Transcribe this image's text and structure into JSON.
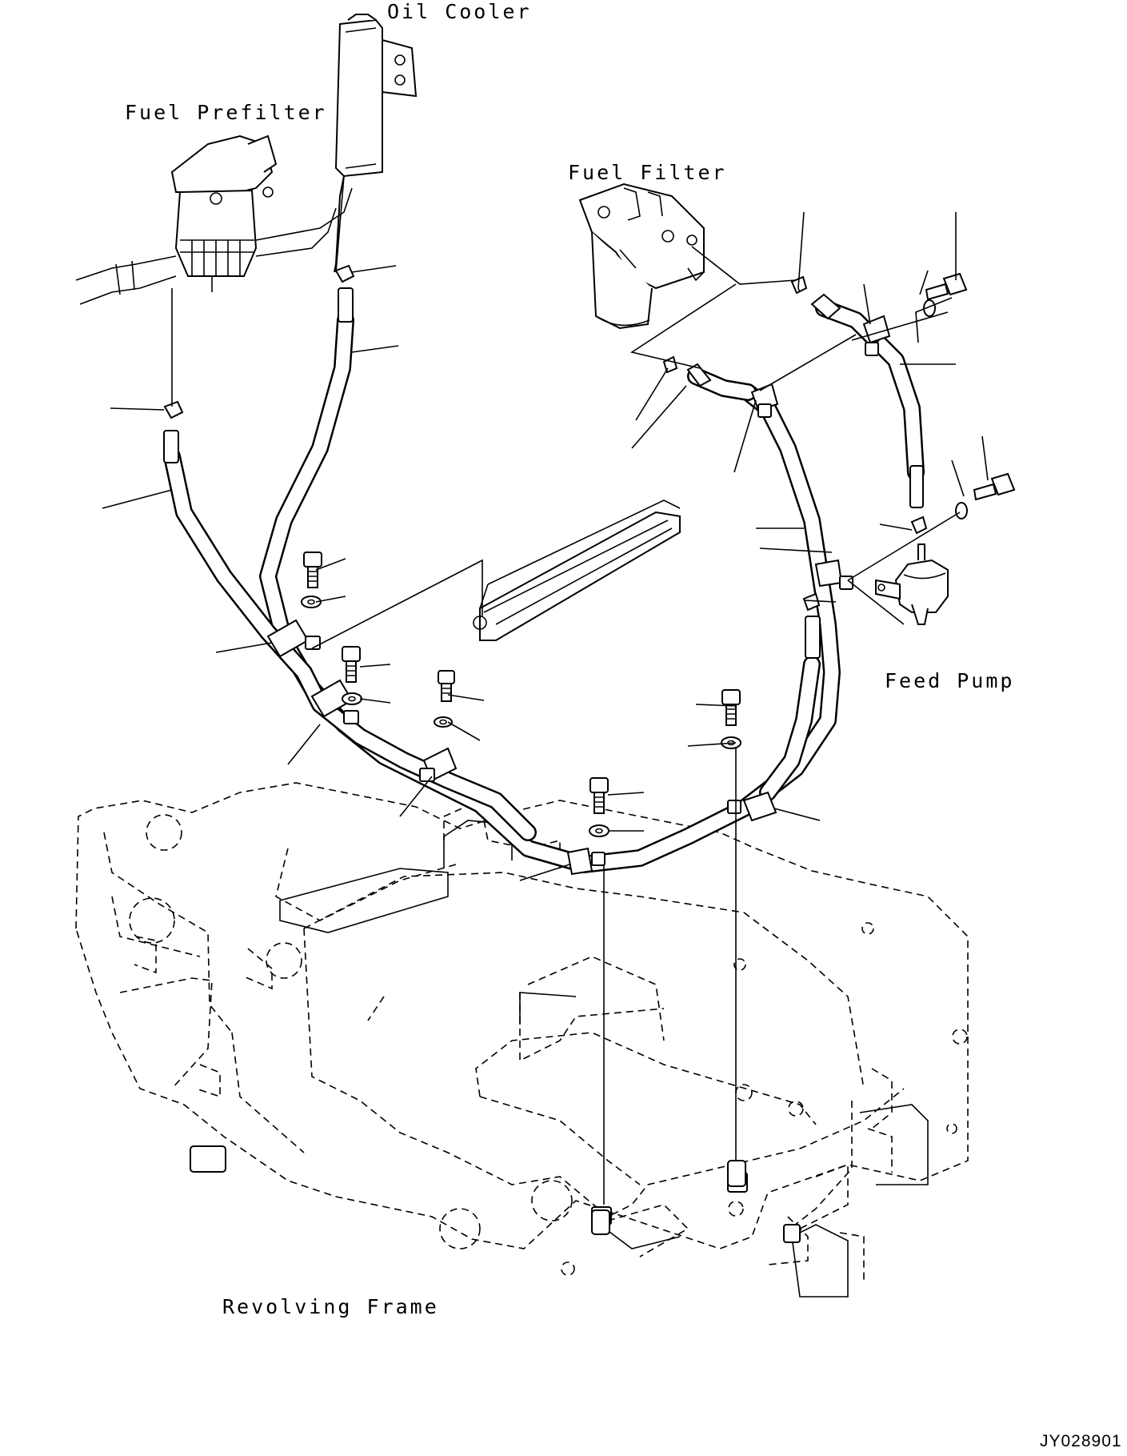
{
  "labels": {
    "oil_cooler": "Oil Cooler",
    "fuel_prefilter": "Fuel Prefilter",
    "fuel_filter": "Fuel Filter",
    "feed_pump": "Feed Pump",
    "revolving_frame": "Revolving Frame"
  },
  "drawing_code": "JY028901"
}
